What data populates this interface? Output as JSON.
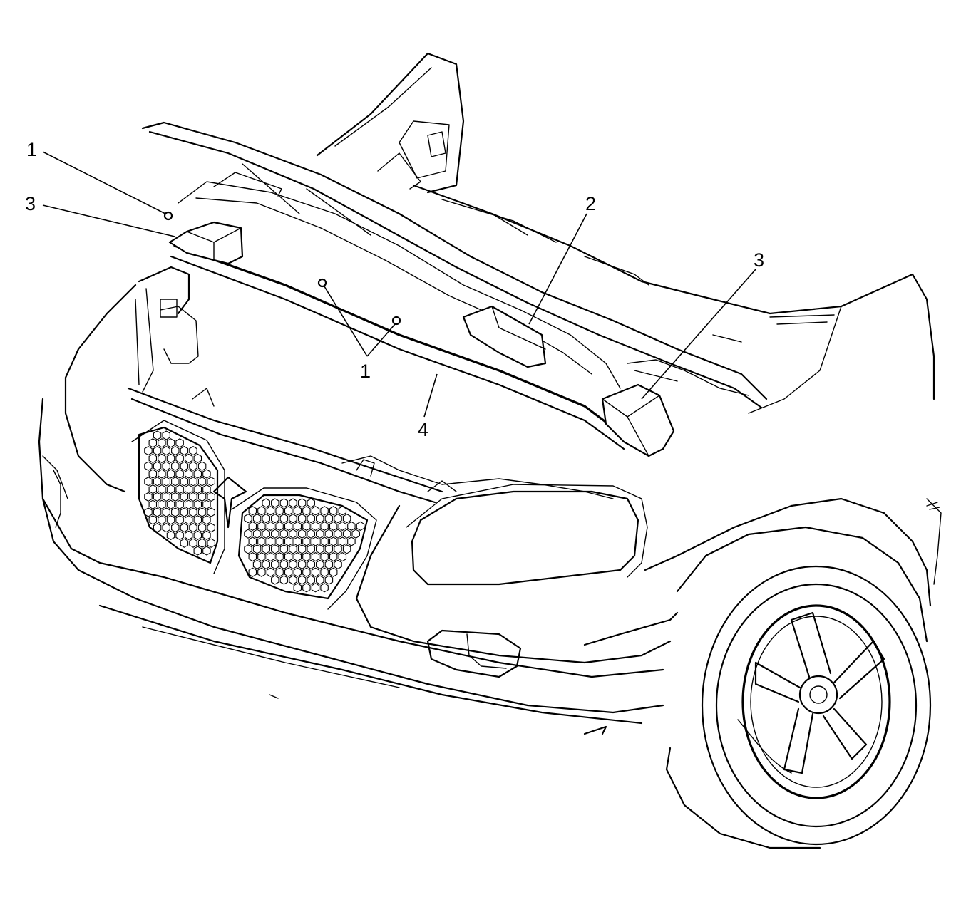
{
  "callouts": [
    {
      "id": "c1-top",
      "text": "1"
    },
    {
      "id": "c3-left",
      "text": "3"
    },
    {
      "id": "c2",
      "text": "2"
    },
    {
      "id": "c3-right",
      "text": "3"
    },
    {
      "id": "c1-middle",
      "text": "1"
    },
    {
      "id": "c4",
      "text": "4"
    }
  ],
  "colors": {
    "ink": "#000000",
    "paper": "#ffffff"
  }
}
